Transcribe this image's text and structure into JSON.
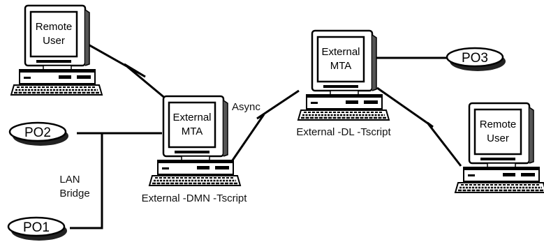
{
  "computers": {
    "remote_user_left": {
      "line1": "Remote",
      "line2": "User"
    },
    "external_mta_dmn": {
      "line1": "External",
      "line2": "MTA"
    },
    "external_mta_dl": {
      "line1": "External",
      "line2": "MTA"
    },
    "remote_user_right": {
      "line1": "Remote",
      "line2": "User"
    }
  },
  "post_offices": {
    "po1": "PO1",
    "po2": "PO2",
    "po3": "PO3"
  },
  "labels": {
    "async": "Async",
    "lan": "LAN",
    "bridge": "Bridge",
    "dmn_caption": "External -DMN -Tscript",
    "dl_caption": "External -DL -Tscript"
  },
  "colors": {
    "line": "#000000",
    "po_fill": "#ffffff",
    "po_shadow": "#222222"
  }
}
